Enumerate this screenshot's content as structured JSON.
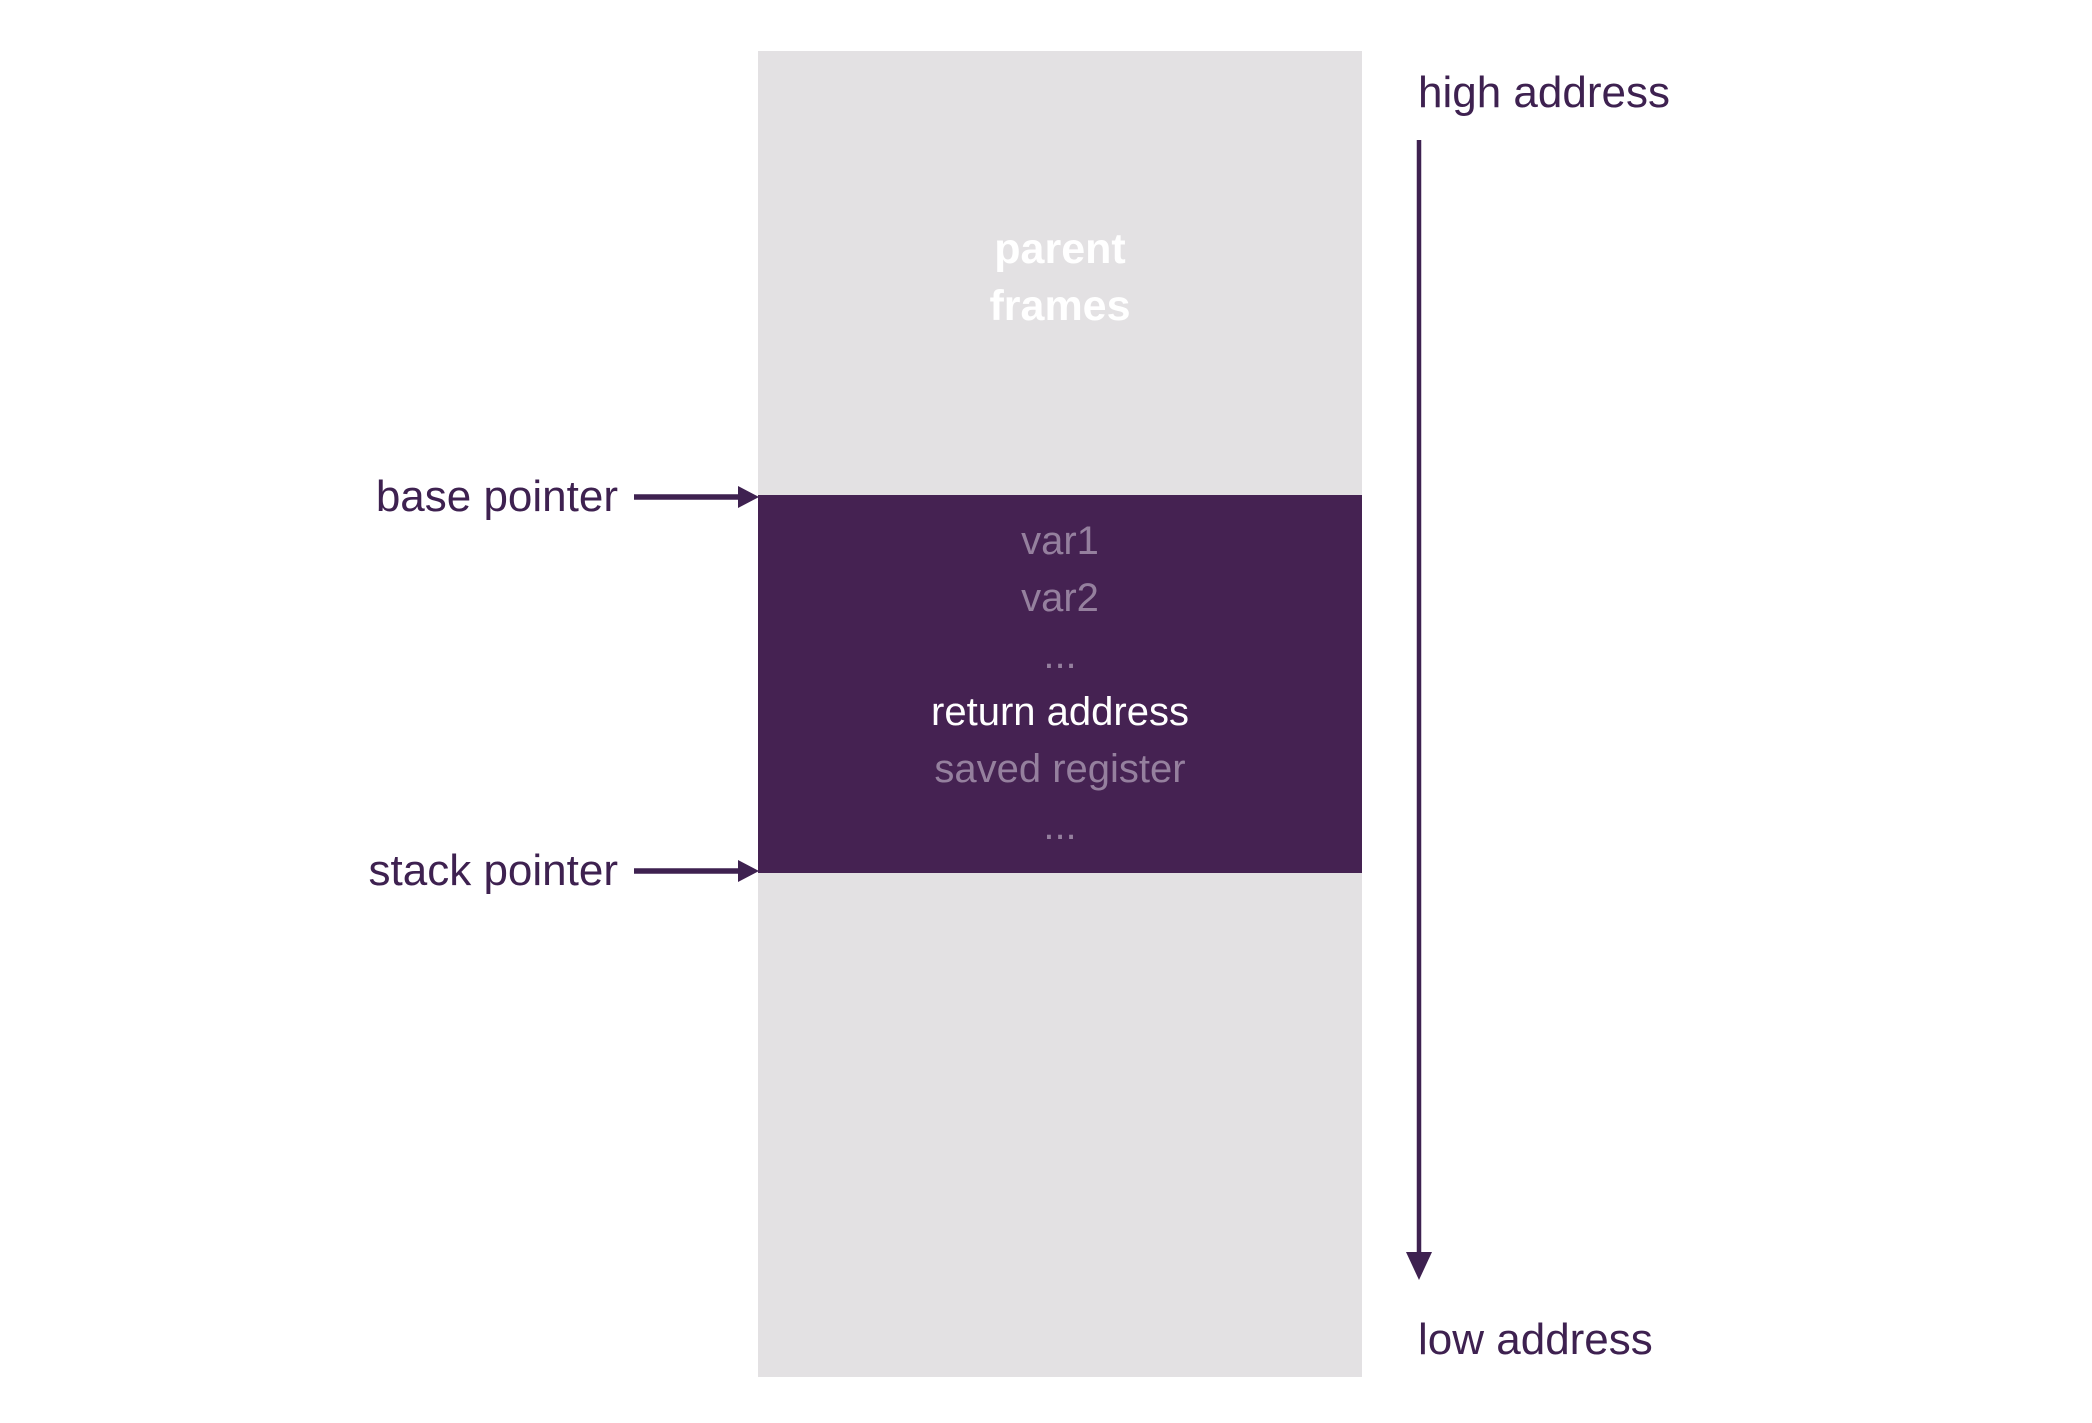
{
  "colors": {
    "accent": "#3e2150",
    "frame_fill": "#452252",
    "column_fill": "#e3e1e3",
    "muted_row": "#95809e",
    "bright_row": "#ffffff",
    "parent_label": "#ffffff",
    "page_bg": "#ffffff"
  },
  "column": {
    "parent_frames": {
      "line1": "parent",
      "line2": "frames"
    }
  },
  "frame": {
    "rows": [
      {
        "text": "var1",
        "emphasis": "muted"
      },
      {
        "text": "var2",
        "emphasis": "muted"
      },
      {
        "text": "...",
        "emphasis": "muted"
      },
      {
        "text": "return address",
        "emphasis": "bright"
      },
      {
        "text": "saved register",
        "emphasis": "muted"
      },
      {
        "text": "...",
        "emphasis": "muted"
      }
    ]
  },
  "pointers": {
    "base": "base pointer",
    "stack": "stack pointer"
  },
  "addresses": {
    "high": "high address",
    "low": "low address"
  }
}
